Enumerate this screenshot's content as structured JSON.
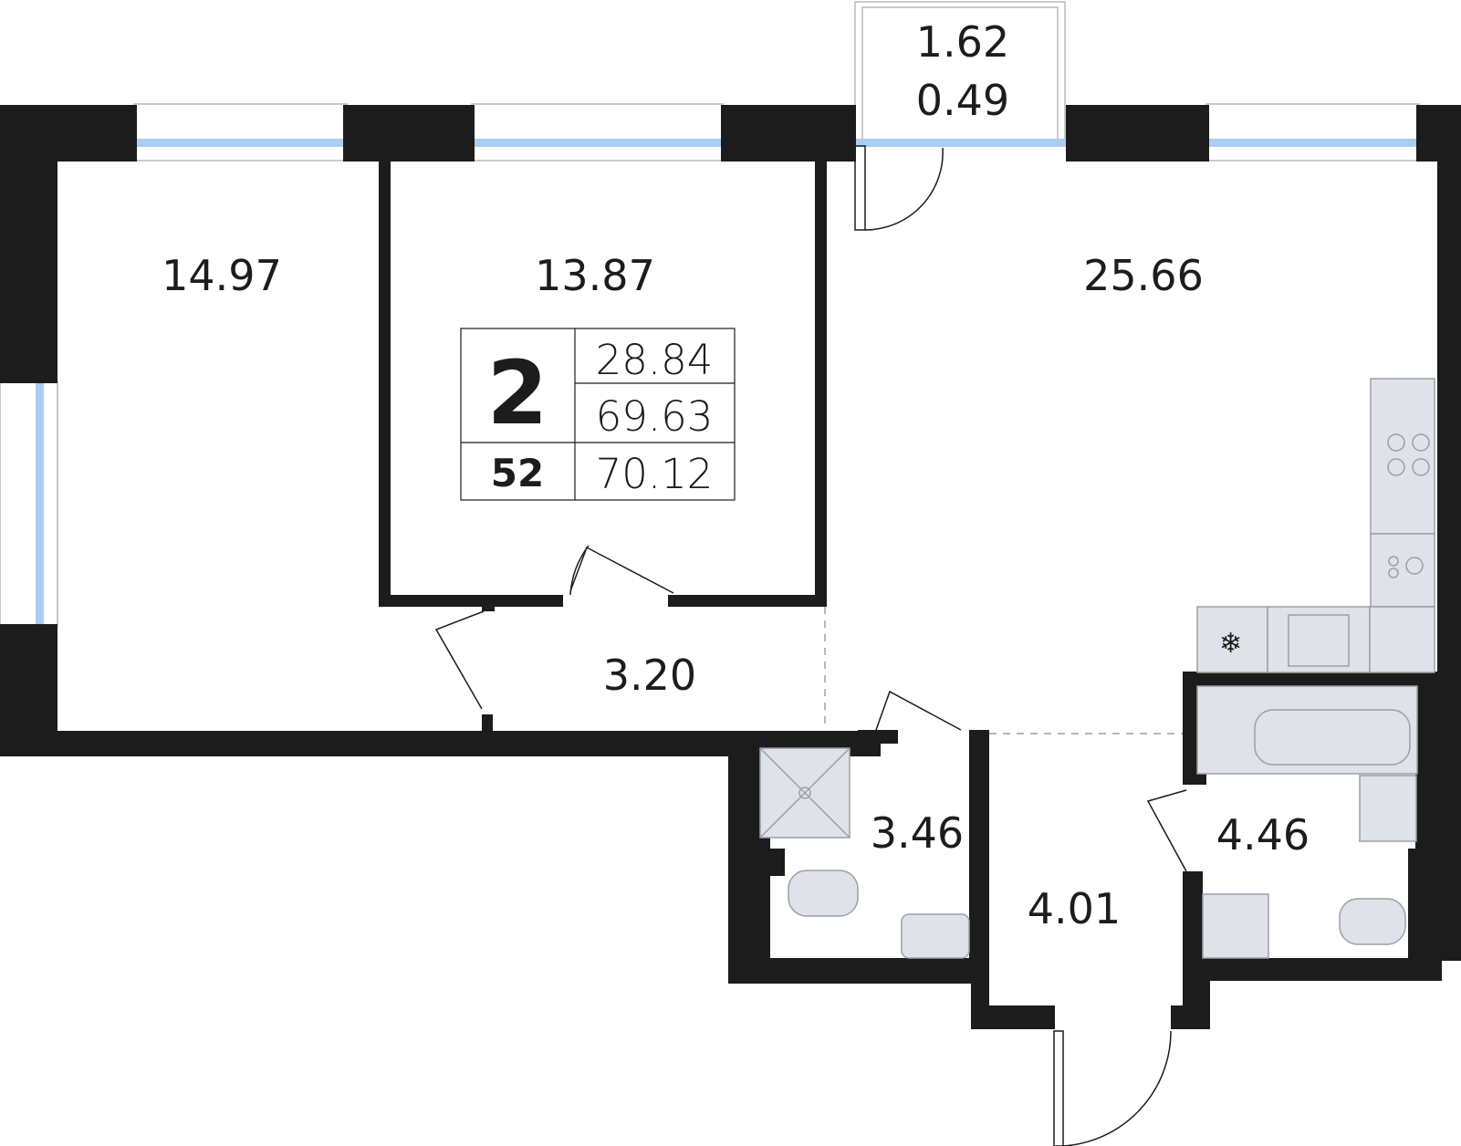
{
  "rooms": {
    "bedroom_left": "14.97",
    "bedroom_middle": "13.87",
    "kitchen_living": "25.66",
    "balcony_a": "1.62",
    "balcony_b": "0.49",
    "hallway": "3.20",
    "shower_room": "3.46",
    "entrance": "4.01",
    "bathroom": "4.46"
  },
  "summary": {
    "rooms_count": "2",
    "living_area": "28.84",
    "total_area": "69.63",
    "apartment_number": "52",
    "total_with_balcony": "70.12"
  },
  "colors": {
    "wall": "#1c1c1c",
    "window": "#aacdf0",
    "fixture": "#dfe3e9"
  },
  "icons": [
    "cooktop-icon",
    "oven-icon",
    "fridge-icon",
    "sink-icon",
    "bathtub-icon",
    "toilet-icon",
    "shower-icon",
    "washing-machine-icon"
  ]
}
